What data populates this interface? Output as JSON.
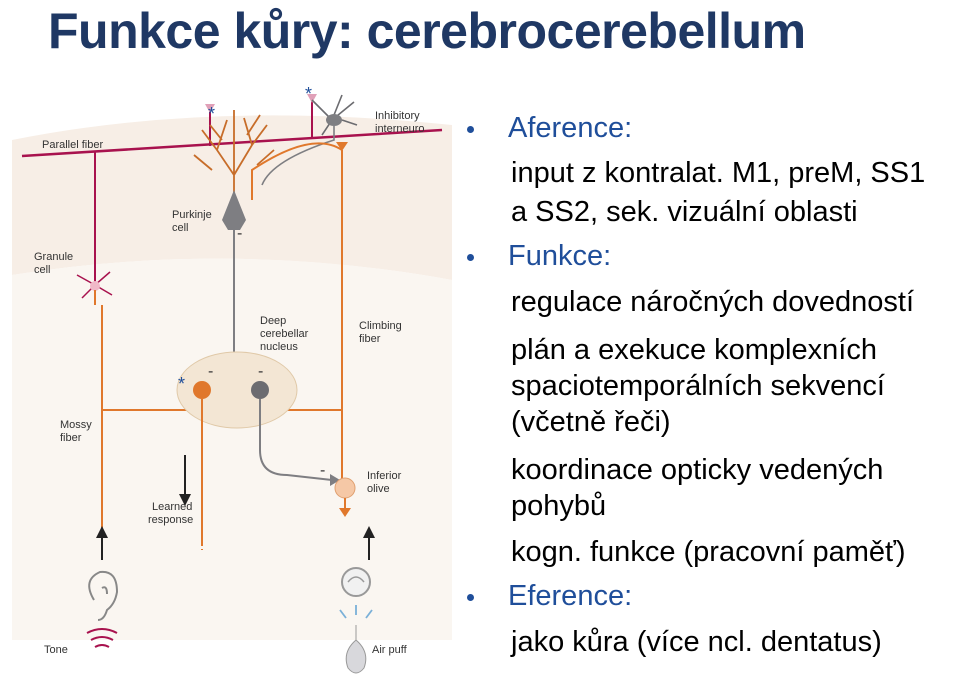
{
  "title": "Funkce kůry: cerebrocerebellum",
  "diagram": {
    "labels": {
      "parallel_fiber": "Parallel fiber",
      "purkinje_1": "Purkinje",
      "purkinje_2": "cell",
      "inhibitory_1": "Inhibitory",
      "inhibitory_2": "interneuro",
      "granule_1": "Granule",
      "granule_2": "cell",
      "deep_1": "Deep",
      "deep_2": "cerebellar",
      "deep_3": "nucleus",
      "climbing_1": "Climbing",
      "climbing_2": "fiber",
      "mossy_1": "Mossy",
      "mossy_2": "fiber",
      "learned_1": "Learned",
      "learned_2": "response",
      "inferior_1": "Inferior",
      "inferior_2": "olive",
      "tone": "Tone",
      "air_puff": "Air puff"
    },
    "symbols": {
      "star": "*",
      "minus": "-"
    },
    "colors": {
      "parallel_fiber": "#a8124e",
      "climbing_fiber": "#e0782c",
      "purkinje": "#7e7e82",
      "cortex_band": "#f6ece3",
      "nucleus_fill": "#f3e6d4"
    }
  },
  "bullets": [
    {
      "label": "Aference:",
      "lines": [
        "input z kontralat. M1, preM, SS1",
        "a SS2, sek. vizuální oblasti"
      ]
    },
    {
      "label": "Funkce:",
      "lines": [
        "regulace náročných dovedností",
        "plán a exekuce komplexních",
        "spaciotemporálních sekvencí",
        "(včetně řeči)",
        "koordinace opticky vedených",
        "pohybů",
        "kogn. funkce (pracovní paměť)"
      ]
    },
    {
      "label": "Eference:",
      "lines": [
        "jako kůra (více ncl. dentatus)"
      ]
    }
  ]
}
